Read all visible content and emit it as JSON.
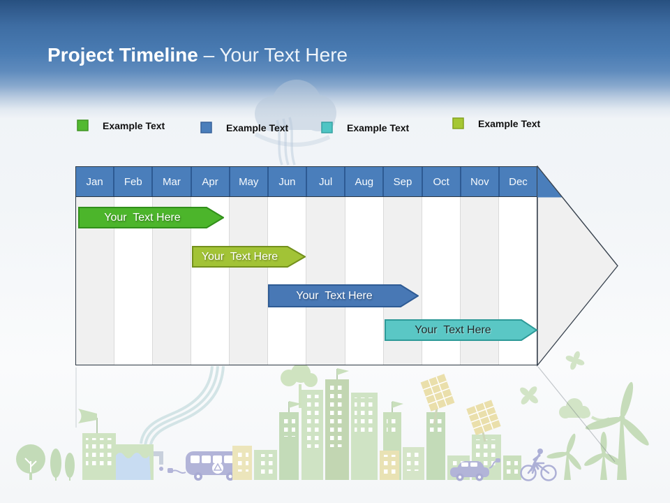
{
  "slide": {
    "title": {
      "bold": "Project Timeline",
      "light": " – Your Text Here"
    }
  },
  "legend": {
    "items": [
      {
        "label": "Example Text",
        "color": "#52b930",
        "border": "#3f9423"
      },
      {
        "label": "Example Text",
        "color": "#4a7ebb",
        "border": "#37629b"
      },
      {
        "label": "Example Text",
        "color": "#4ec5c4",
        "border": "#35a2a2"
      },
      {
        "label": "Example Text",
        "color": "#a5c733",
        "border": "#84a21f"
      }
    ]
  },
  "timeline": {
    "months": [
      "Jan",
      "Feb",
      "Mar",
      "Apr",
      "May",
      "Jun",
      "Jul",
      "Aug",
      "Sep",
      "Oct",
      "Nov",
      "Dec"
    ],
    "header_fill": "#4a7ebb",
    "bars": [
      {
        "label": "Your  Text Here",
        "fill": "#4cb52b",
        "stroke": "#318f1a",
        "label_color": "#ffffff",
        "start": "Jan",
        "end": "Apr"
      },
      {
        "label": "Your  Text Here",
        "fill": "#a2c336",
        "stroke": "#73901c",
        "label_color": "#ffffff",
        "start": "Apr",
        "end": "Jun"
      },
      {
        "label": "Your  Text Here",
        "fill": "#4878b5",
        "stroke": "#2e5b94",
        "label_color": "#ffffff",
        "start": "Jun",
        "end": "Sep"
      },
      {
        "label": "Your  Text Here",
        "fill": "#5ac7c5",
        "stroke": "#2d9a98",
        "label_color": "#1e2a2a",
        "start": "Sep",
        "end": "Dec"
      }
    ]
  },
  "chart_data": {
    "type": "table",
    "subtype": "gantt-timeline",
    "title": "Project Timeline – Your Text Here",
    "categories": [
      "Jan",
      "Feb",
      "Mar",
      "Apr",
      "May",
      "Jun",
      "Jul",
      "Aug",
      "Sep",
      "Oct",
      "Nov",
      "Dec"
    ],
    "series": [
      {
        "name": "Your  Text Here",
        "start": "Jan",
        "end": "Apr",
        "color": "#4cb52b"
      },
      {
        "name": "Your  Text Here",
        "start": "Apr",
        "end": "Jun",
        "color": "#a2c336"
      },
      {
        "name": "Your  Text Here",
        "start": "Jun",
        "end": "Sep",
        "color": "#4878b5"
      },
      {
        "name": "Your  Text Here",
        "start": "Sep",
        "end": "Dec",
        "color": "#5ac7c5"
      }
    ]
  }
}
